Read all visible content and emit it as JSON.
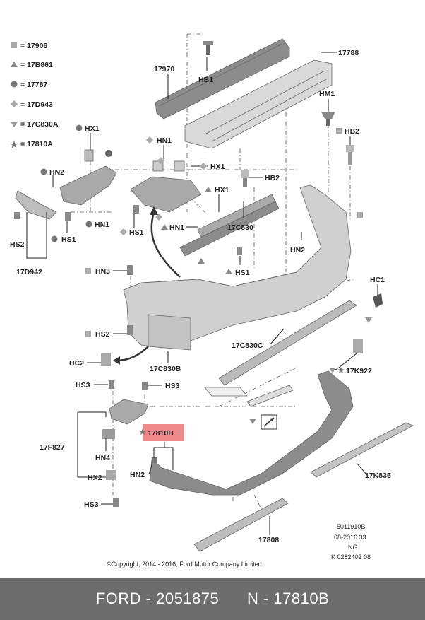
{
  "legend": [
    {
      "symbol": "square",
      "code": "17906"
    },
    {
      "symbol": "triangle-up",
      "code": "17B861"
    },
    {
      "symbol": "circle",
      "code": "17787"
    },
    {
      "symbol": "diamond",
      "code": "17D943"
    },
    {
      "symbol": "triangle-down",
      "code": "17C830A"
    },
    {
      "symbol": "star",
      "code": "17810A"
    }
  ],
  "legend_sep": "=",
  "labels": {
    "l17970": "17970",
    "hb1": "HB1",
    "l17788": "17788",
    "hm1": "HM1",
    "hb2_right": "HB2",
    "hb2_mid": "HB2",
    "hx1_left": "HX1",
    "hn1_top": "HN1",
    "hx1_mid": "HX1",
    "hx1_right": "HX1",
    "hn2_left": "HN2",
    "hs2_left": "HS2",
    "l17d942": "17D942",
    "hs1_left": "HS1",
    "hn1_left": "HN1",
    "hs1_mid": "HS1",
    "hn1_mid": "HN1",
    "l17c830": "17C830",
    "hn2_right": "HN2",
    "hs1_right": "HS1",
    "hn3": "HN3",
    "hs2_center": "HS2",
    "hc1": "HC1",
    "hc2": "HC2",
    "l17c830b": "17C830B",
    "l17c830c": "17C830C",
    "l17k922": "17K922",
    "hs3_a": "HS3",
    "hs3_b": "HS3",
    "l17f827": "17F827",
    "l17810b": "17810B",
    "hn4": "HN4",
    "hn2_bottom": "HN2",
    "hx2": "HX2",
    "hs3_bottom": "HS3",
    "l17k835": "17K835",
    "l17808": "17808"
  },
  "info": [
    "5011910B",
    "08-2016 33",
    "NG",
    "K 0282402 08"
  ],
  "copyright": "©Copyright, 2014 - 2016, Ford Motor Company Limited",
  "footer": {
    "brand": "FORD",
    "dash": "-",
    "number": "2051875",
    "ref": "N - 17810B"
  },
  "colors": {
    "highlight": "#f08a8a",
    "footer_bg": "#6d6d6d",
    "part_light": "#d9d9d9",
    "part_dark": "#8c8c8c"
  }
}
